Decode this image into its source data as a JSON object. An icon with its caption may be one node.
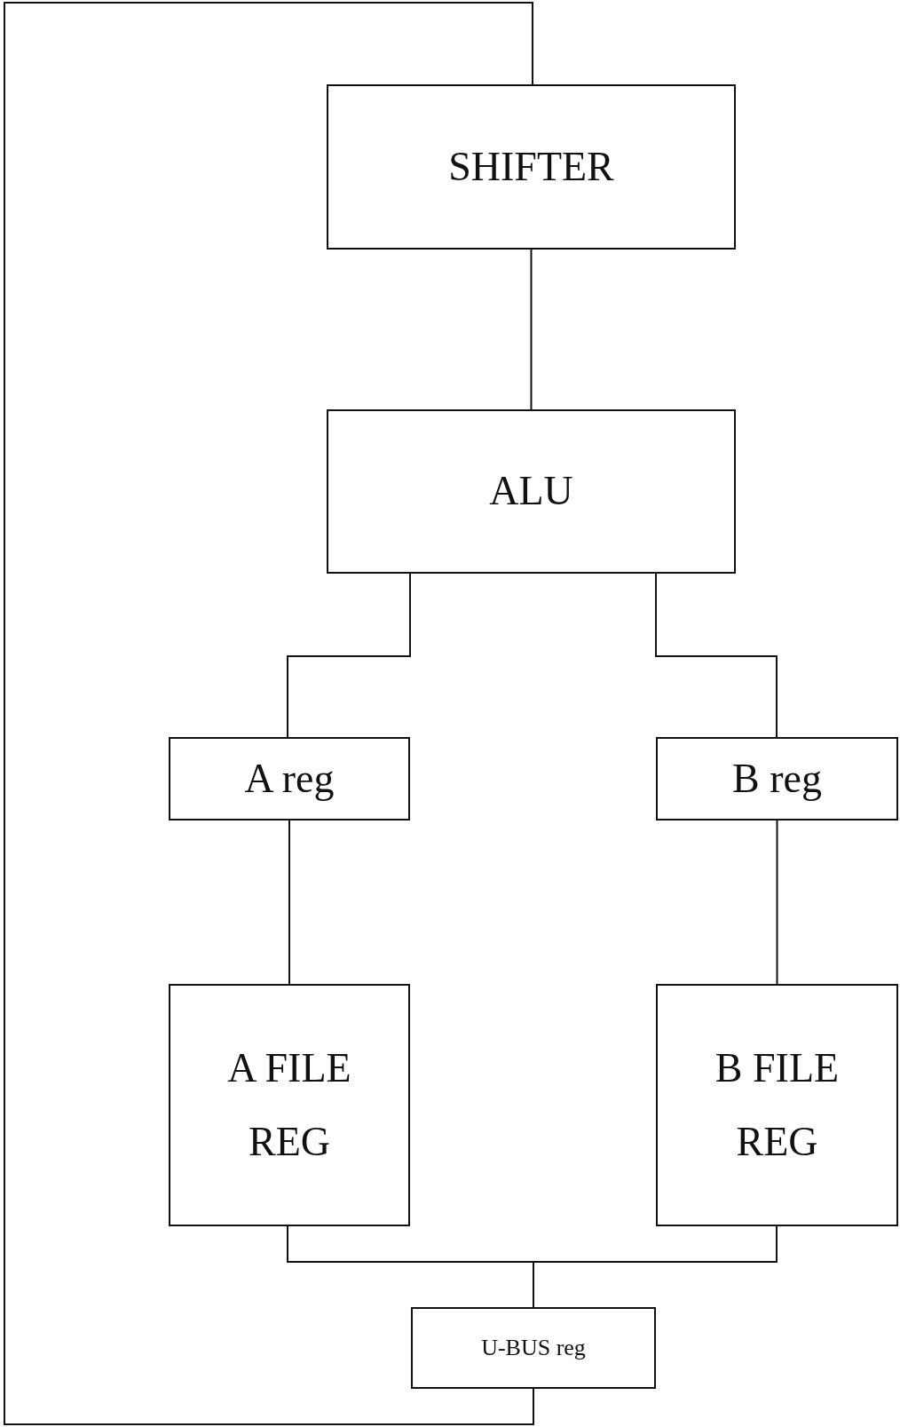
{
  "diagram": {
    "nodes": [
      {
        "text": [
          "SHIFTER"
        ]
      },
      {
        "text": [
          "ALU"
        ]
      },
      {
        "text": [
          "A reg"
        ]
      },
      {
        "text": [
          "B reg"
        ]
      },
      {
        "text": [
          "A FILE REG"
        ]
      },
      {
        "text": [
          "B FILE REG"
        ]
      },
      {
        "text": [
          "U-BUS reg"
        ]
      }
    ],
    "edges": [
      {
        "from": 0,
        "to": 1,
        "arrow": "none"
      },
      {
        "from": 1,
        "to": 2,
        "arrow": "none"
      },
      {
        "from": 1,
        "to": 3,
        "arrow": "none"
      },
      {
        "from": 2,
        "to": 4,
        "arrow": "none"
      },
      {
        "from": 3,
        "to": 5,
        "arrow": "none"
      },
      {
        "from": 4,
        "to": 6,
        "arrow": "none"
      },
      {
        "from": 5,
        "to": 6,
        "arrow": "none"
      },
      {
        "from": 6,
        "to": 0,
        "arrow": "none"
      }
    ]
  }
}
